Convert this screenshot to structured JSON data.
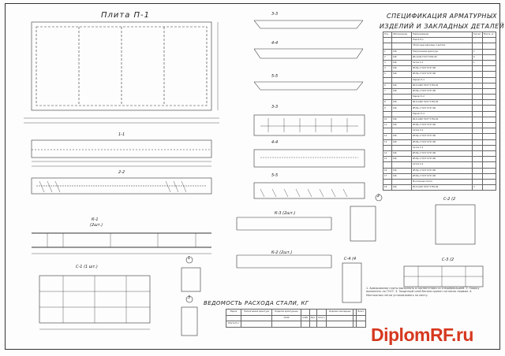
{
  "titles": {
    "main": "Плита П-1",
    "spec": "СПЕЦИФИКАЦИЯ АРМАТУРНЫХ ИЗДЕЛИЙ И ЗАКЛАДНЫХ ДЕТАЛЕЙ",
    "statement": "ВЕДОМОСТЬ РАСХОДА СТАЛИ, КГ"
  },
  "labels": {
    "s33": "3-3",
    "s44": "4-4",
    "s55": "5-5",
    "s11": "1-1",
    "s22": "2-2",
    "k1": "К-1",
    "k1_qty": "(2шт.)",
    "c1": "С-1 (1 шт.)",
    "k3": "К-3 (2шт.)",
    "k2": "К-2 (2шт.)",
    "c2": "С-2 (2",
    "c4": "С-4 (4",
    "c3": "С-3 (2",
    "n1": "1",
    "n2": "2",
    "n3": "3"
  },
  "spec_rows": [
    [
      "Поз.",
      "Обозначение",
      "Наименование",
      "Кол-во",
      "Масса, кг"
    ],
    [
      "",
      "",
      "Плита П-1",
      "",
      ""
    ],
    [
      "",
      "",
      "Сборочные единицы и детали",
      "",
      ""
    ],
    [
      "1",
      "КЖ",
      "Напрягаемая арматура",
      "1",
      ""
    ],
    [
      "2",
      "КЖ",
      "Ø6 А240 ГОСТ 5781-82",
      "6",
      ""
    ],
    [
      "3",
      "КЖ",
      "Сетка С-1",
      "1",
      ""
    ],
    [
      "4",
      "КЖ",
      "Ø5 Вр-I ГОСТ 6727-80",
      "",
      ""
    ],
    [
      "5",
      "КЖ",
      "Ø5 Вр-I ГОСТ 6727-80",
      "",
      ""
    ],
    [
      "",
      "",
      "Каркас К-1",
      "",
      ""
    ],
    [
      "6",
      "КЖ",
      "Ø10 А400 ГОСТ 5781-82",
      "",
      ""
    ],
    [
      "7",
      "КЖ",
      "Ø5 Вр-I ГОСТ 6727-80",
      "",
      ""
    ],
    [
      "",
      "",
      "Каркас К-2",
      "",
      ""
    ],
    [
      "8",
      "КЖ",
      "Ø10 А400 ГОСТ 5781-82",
      "",
      ""
    ],
    [
      "9",
      "КЖ",
      "Ø5 Вр-I ГОСТ 6727-80",
      "",
      ""
    ],
    [
      "",
      "",
      "Каркас К-3",
      "",
      ""
    ],
    [
      "10",
      "КЖ",
      "Ø10 А400 ГОСТ 5781-82",
      "",
      ""
    ],
    [
      "11",
      "КЖ",
      "Ø5 Вр-I ГОСТ 6727-80",
      "",
      ""
    ],
    [
      "",
      "",
      "Сетка С-2",
      "",
      ""
    ],
    [
      "12",
      "КЖ",
      "Ø5 Вр-I ГОСТ 6727-80",
      "",
      ""
    ],
    [
      "13",
      "КЖ",
      "Ø5 Вр-I ГОСТ 6727-80",
      "",
      ""
    ],
    [
      "",
      "",
      "Сетка С-3",
      "",
      ""
    ],
    [
      "14",
      "КЖ",
      "Ø5 Вр-I ГОСТ 6727-80",
      "",
      ""
    ],
    [
      "15",
      "КЖ",
      "Ø5 Вр-I ГОСТ 6727-80",
      "",
      ""
    ],
    [
      "",
      "",
      "Сетка С-4",
      "",
      ""
    ],
    [
      "16",
      "КЖ",
      "Ø5 Вр-I ГОСТ 6727-80",
      "",
      ""
    ],
    [
      "17",
      "КЖ",
      "Ø5 Вр-I ГОСТ 6727-80",
      "",
      ""
    ],
    [
      "",
      "",
      "Монтажная петля",
      "",
      ""
    ],
    [
      "18",
      "КЖ",
      "Ø10 А240 ГОСТ 5781-82",
      "4",
      ""
    ]
  ],
  "statement_rows": [
    [
      "Марка",
      "Напрягаемая арматура",
      "Изделия арматурные",
      "",
      "",
      "",
      "Изделия закладные",
      "",
      "Всего"
    ],
    [
      "",
      "",
      "А240",
      "А400",
      "Вр-I",
      "Итого",
      "",
      "",
      ""
    ],
    [
      "Плита П-1",
      "",
      "",
      "",
      "",
      "",
      "",
      "",
      ""
    ]
  ],
  "notes": "1. Армирование плиты выполнять в соответствии со спецификацией. 2. Сварку выполнять по ГОСТ. 3. Защитный слой бетона принят согласно нормам. 4. Монтажные петли устанавливать по месту.",
  "watermark": "DiplomRF.ru"
}
